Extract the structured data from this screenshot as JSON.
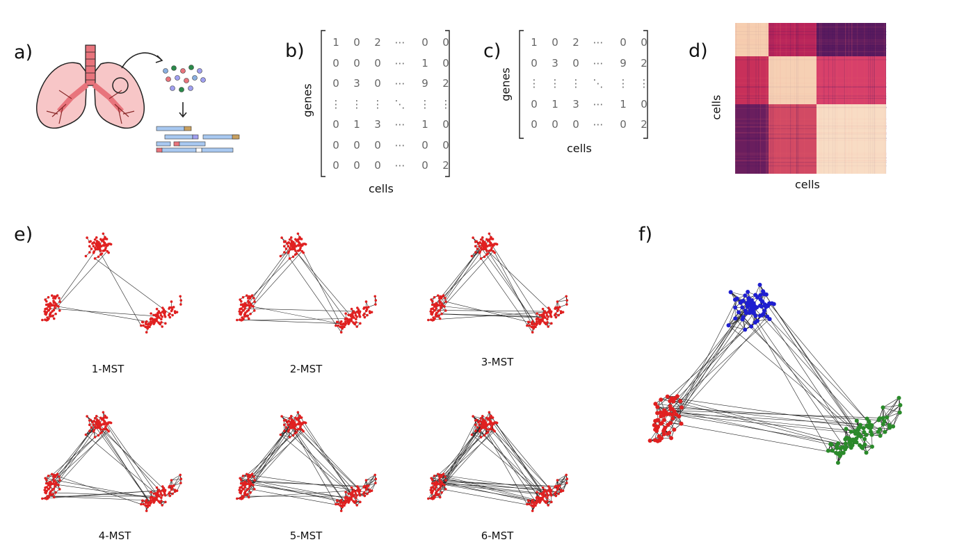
{
  "panels": {
    "a": {
      "letter": "a)"
    },
    "b": {
      "letter": "b)",
      "row_label": "genes",
      "col_label": "cells",
      "rows": [
        [
          "1",
          "0",
          "2",
          "⋯",
          "0",
          "0"
        ],
        [
          "0",
          "0",
          "0",
          "⋯",
          "1",
          "0"
        ],
        [
          "0",
          "3",
          "0",
          "⋯",
          "9",
          "2"
        ],
        [
          "⋮",
          "⋮",
          "⋮",
          "⋱",
          "⋮",
          "⋮"
        ],
        [
          "0",
          "1",
          "3",
          "⋯",
          "1",
          "0"
        ],
        [
          "0",
          "0",
          "0",
          "⋯",
          "0",
          "0"
        ],
        [
          "0",
          "0",
          "0",
          "⋯",
          "0",
          "2"
        ]
      ]
    },
    "c": {
      "letter": "c)",
      "row_label": "genes",
      "col_label": "cells",
      "rows": [
        [
          "1",
          "0",
          "2",
          "⋯",
          "0",
          "0"
        ],
        [
          "0",
          "3",
          "0",
          "⋯",
          "9",
          "2"
        ],
        [
          "⋮",
          "⋮",
          "⋮",
          "⋱",
          "⋮",
          "⋮"
        ],
        [
          "0",
          "1",
          "3",
          "⋯",
          "1",
          "0"
        ],
        [
          "0",
          "0",
          "0",
          "⋯",
          "0",
          "2"
        ]
      ]
    },
    "d": {
      "letter": "d)",
      "row_label": "cells",
      "col_label": "cells"
    },
    "e": {
      "letter": "e)",
      "graphs": [
        "1-MST",
        "2-MST",
        "3-MST",
        "4-MST",
        "5-MST",
        "6-MST"
      ]
    },
    "f": {
      "letter": "f)"
    }
  },
  "colors": {
    "lung_fill": "#f7c6c7",
    "trachea": "#e8747c",
    "mst_node": "#e02020",
    "cluster_blue": "#1f1fd0",
    "cluster_red": "#e02020",
    "cluster_green": "#2a8a2a"
  }
}
